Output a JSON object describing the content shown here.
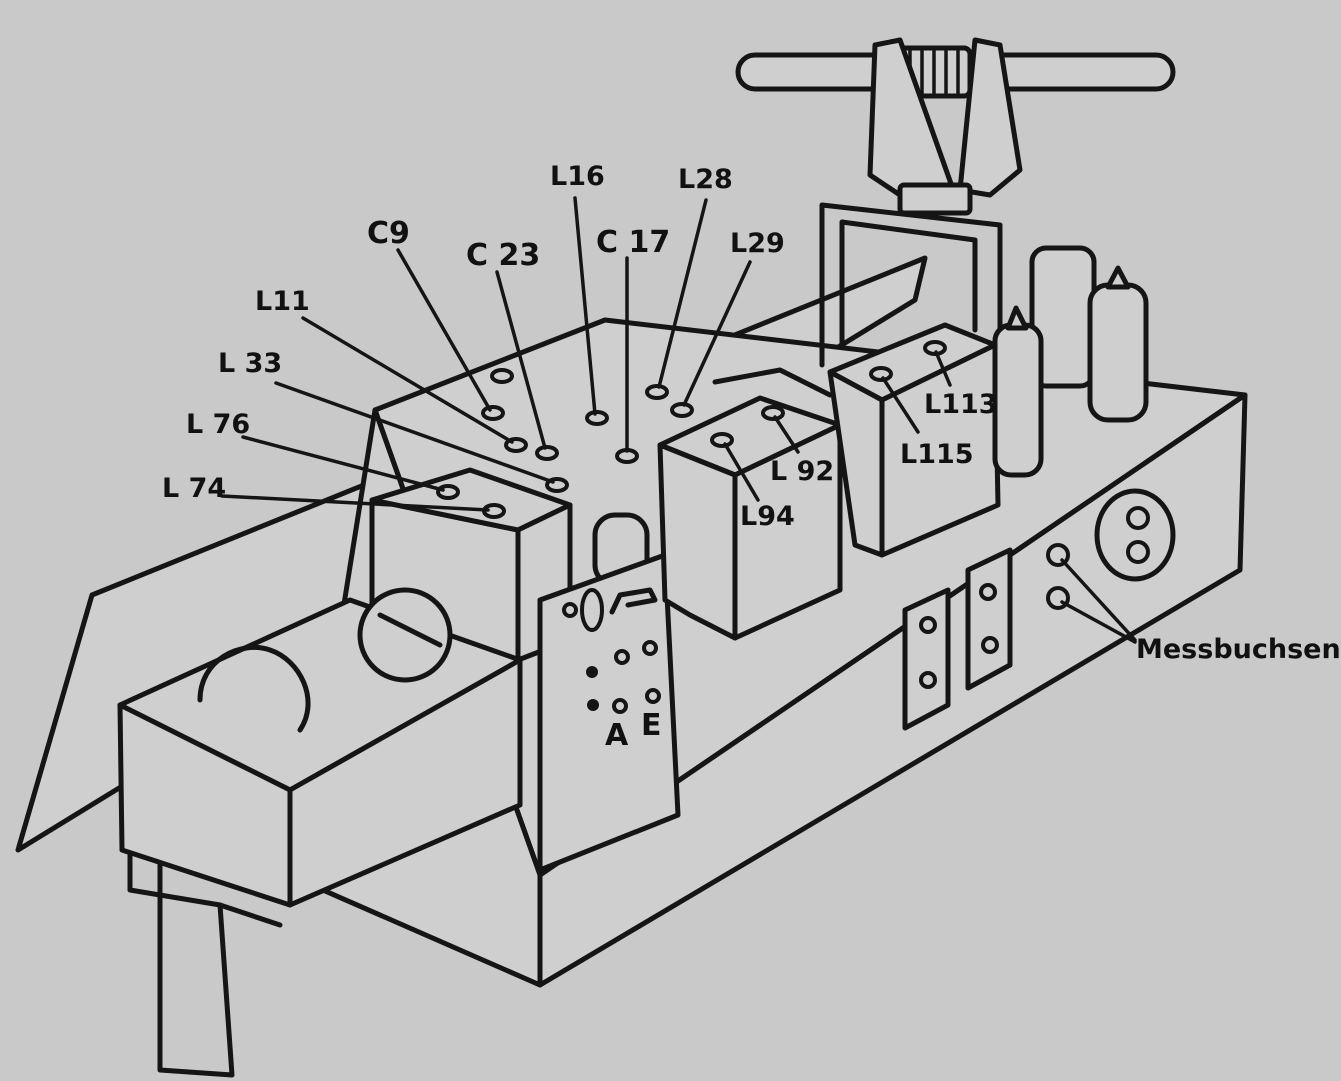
{
  "labels": {
    "C9": "C9",
    "C23": "C 23",
    "L16": "L16",
    "C17": "C 17",
    "L28": "L28",
    "L29": "L29",
    "L11": "L11",
    "L33": "L 33",
    "L76": "L 76",
    "L74": "L 74",
    "L92": "L 92",
    "L94": "L94",
    "L113": "L113",
    "L115": "L115",
    "terminal_A": "A",
    "terminal_E": "E",
    "sockets": "Messbuchsen"
  },
  "colors": {
    "paper": "#c9c9c9",
    "ink": "#151515"
  }
}
